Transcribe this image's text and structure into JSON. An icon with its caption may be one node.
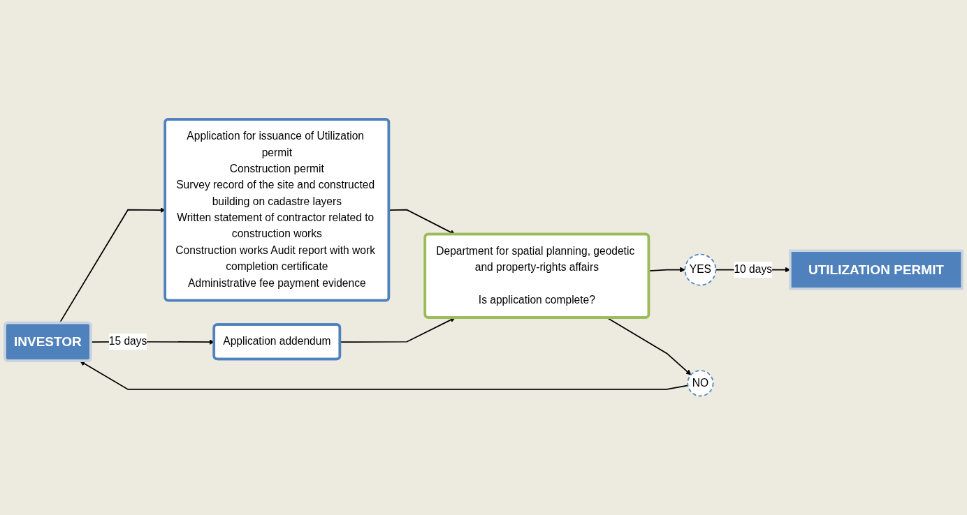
{
  "diagram": {
    "nodes": [
      {
        "text": [
          "INVESTOR"
        ]
      },
      {
        "text": [
          "Application for issuance of Utilization permit",
          "Construction permit",
          "Survey record of the site and constructed building on cadastre layers",
          "Written statement of contractor related to construction works",
          "Construction works Audit report with work completion certificate",
          "Administrative fee payment evidence"
        ]
      },
      {
        "text": [
          "Department for spatial planning, geodetic and property-rights affairs",
          "Is application complete?"
        ]
      },
      {
        "text": [
          "YES"
        ]
      },
      {
        "text": [
          "NO"
        ]
      },
      {
        "text": [
          "Application addendum"
        ]
      },
      {
        "text": [
          "UTILIZATION PERMIT"
        ]
      }
    ],
    "edges": [
      {
        "from": 0,
        "to": 1,
        "arrow": "to"
      },
      {
        "from": 1,
        "to": 2,
        "arrow": "to"
      },
      {
        "from": 2,
        "to": 3,
        "arrow": "to"
      },
      {
        "from": 3,
        "to": 6,
        "arrow": "to",
        "label": "10 days"
      },
      {
        "from": 2,
        "to": 4,
        "arrow": "to"
      },
      {
        "from": 4,
        "to": 0,
        "arrow": "to"
      },
      {
        "from": 0,
        "to": 5,
        "arrow": "to",
        "label": "15 days"
      },
      {
        "from": 5,
        "to": 2,
        "arrow": "to"
      }
    ]
  }
}
